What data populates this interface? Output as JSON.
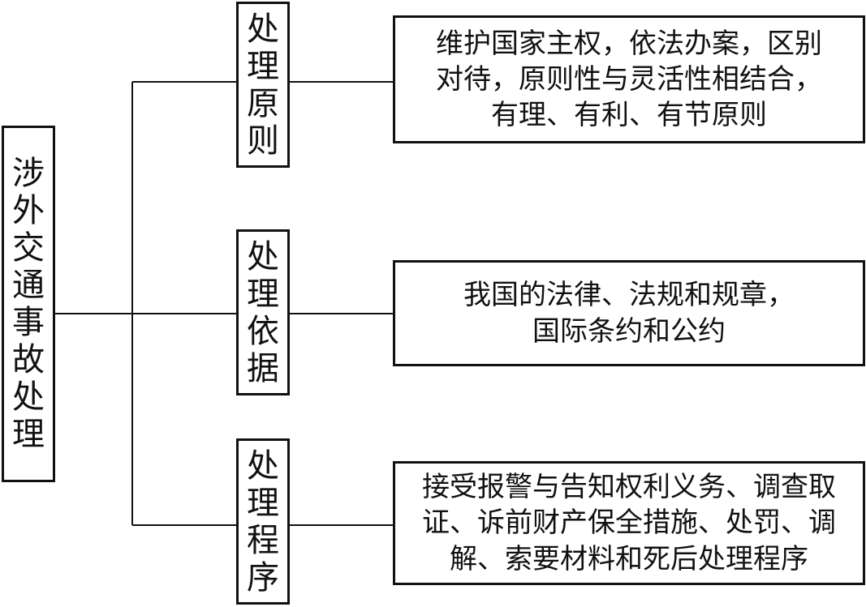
{
  "root": {
    "label": "涉外交通事故处理"
  },
  "branches": [
    {
      "label": "处理原则",
      "lines": [
        "维护国家主权，依法办案，区别",
        "对待，原则性与灵活性相结合，",
        "有理、有利、有节原则"
      ]
    },
    {
      "label": "处理依据",
      "lines": [
        "我国的法律、法规和规章，",
        "国际条约和公约"
      ]
    },
    {
      "label": "处理程序",
      "lines": [
        "接受报警与告知权利义务、调查取",
        "证、诉前财产保全措施、处罚、调",
        "解、索要材料和死后处理程序"
      ]
    }
  ],
  "colors": {
    "stroke": "#111111",
    "background": "#ffffff"
  }
}
